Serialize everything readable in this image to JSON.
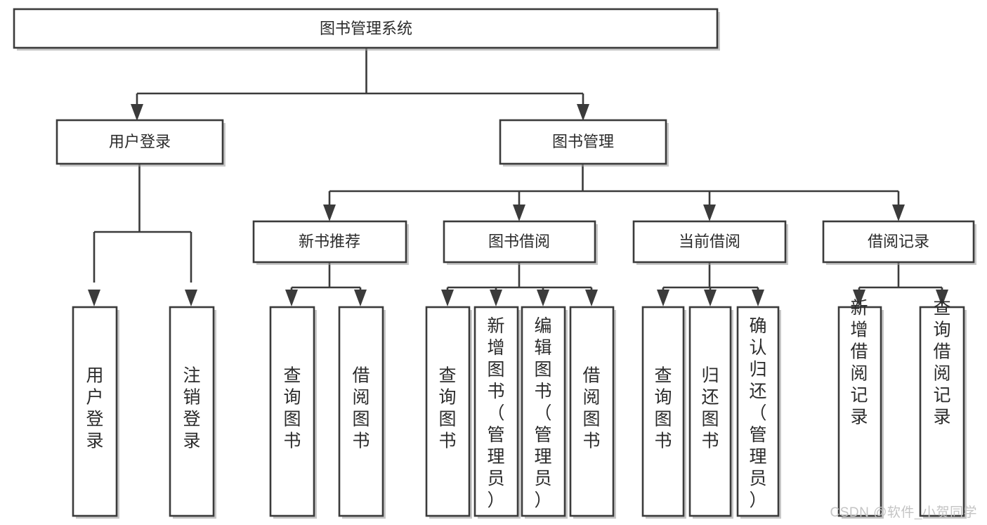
{
  "diagram": {
    "type": "tree-hierarchy-chart",
    "title": "图书管理系统",
    "orientation": "top-down",
    "colors": {
      "box_stroke": "#3b3b3b",
      "box_fill": "#ffffff",
      "text": "#2b2b2b",
      "connector": "#3b3b3b",
      "watermark": "#c4c4c4"
    },
    "levels": {
      "root": {
        "label": "图书管理系统"
      },
      "level2": [
        {
          "label": "用户登录"
        },
        {
          "label": "图书管理"
        }
      ],
      "level3": [
        {
          "label": "新书推荐"
        },
        {
          "label": "图书借阅"
        },
        {
          "label": "当前借阅"
        },
        {
          "label": "借阅记录"
        }
      ],
      "leaves": {
        "user_login": [
          {
            "label": "用户登录"
          },
          {
            "label": "注销登录"
          }
        ],
        "new_book_recommend": [
          {
            "label": "查询图书"
          },
          {
            "label": "借阅图书"
          }
        ],
        "book_borrow": [
          {
            "label": "查询图书"
          },
          {
            "label": "新增图书（管理员）"
          },
          {
            "label": "编辑图书（管理员）"
          },
          {
            "label": "借阅图书"
          }
        ],
        "current_borrow": [
          {
            "label": "查询图书"
          },
          {
            "label": "归还图书"
          },
          {
            "label": "确认归还（管理员）"
          }
        ],
        "borrow_record": [
          {
            "label": "新增借阅记录"
          },
          {
            "label": "查询借阅记录"
          }
        ]
      }
    }
  },
  "watermark": {
    "text": "CSDN @软件_小贺同学"
  }
}
